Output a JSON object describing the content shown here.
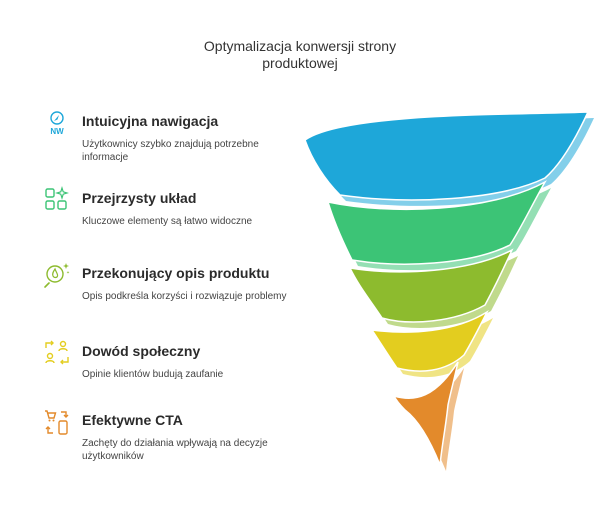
{
  "title": {
    "line1": "Optymalizacja konwersji strony",
    "line2": "produktowej"
  },
  "steps": [
    {
      "heading": "Intuicyjna nawigacja",
      "description": "Użytkownicy szybko znajdują potrzebne informacje",
      "icon": "compass-nw-icon",
      "icon_text": "NW",
      "color": "#1ea7d9"
    },
    {
      "heading": "Przejrzysty układ",
      "description": "Kluczowe elementy są łatwo widoczne",
      "icon": "layout-grid-icon",
      "color": "#3cc476"
    },
    {
      "heading": "Przekonujący opis produktu",
      "description": "Opis podkreśla korzyści i rozwiązuje problemy",
      "icon": "sparkle-magnifier-icon",
      "color": "#8dbb2e"
    },
    {
      "heading": "Dowód społeczny",
      "description": "Opinie klientów budują zaufanie",
      "icon": "people-exchange-icon",
      "color": "#e3cd1f"
    },
    {
      "heading": "Efektywne CTA",
      "description": "Zachęty do działania wpływają na decyzje użytkowników",
      "icon": "cart-phone-icon",
      "color": "#e38a2b"
    }
  ]
}
